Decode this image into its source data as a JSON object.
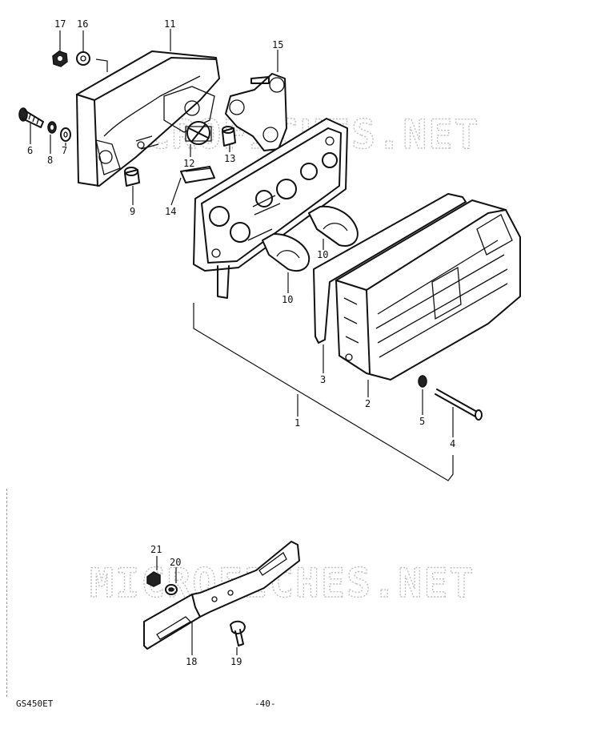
{
  "watermark": "MICROFICHES.NET",
  "callouts": [
    {
      "id": "17",
      "label": "17"
    },
    {
      "id": "16",
      "label": "16"
    },
    {
      "id": "11",
      "label": "11"
    },
    {
      "id": "15",
      "label": "15"
    },
    {
      "id": "6",
      "label": "6"
    },
    {
      "id": "8",
      "label": "8"
    },
    {
      "id": "7",
      "label": "7"
    },
    {
      "id": "12",
      "label": "12"
    },
    {
      "id": "13",
      "label": "13"
    },
    {
      "id": "9",
      "label": "9"
    },
    {
      "id": "14",
      "label": "14"
    },
    {
      "id": "10a",
      "label": "10"
    },
    {
      "id": "10b",
      "label": "10"
    },
    {
      "id": "3",
      "label": "3"
    },
    {
      "id": "2",
      "label": "2"
    },
    {
      "id": "1",
      "label": "1"
    },
    {
      "id": "5",
      "label": "5"
    },
    {
      "id": "4",
      "label": "4"
    },
    {
      "id": "21",
      "label": "21"
    },
    {
      "id": "20",
      "label": "20"
    },
    {
      "id": "18",
      "label": "18"
    },
    {
      "id": "19",
      "label": "19"
    }
  ],
  "footer": {
    "model_code": "GS450ET",
    "page_number": "-40-"
  }
}
